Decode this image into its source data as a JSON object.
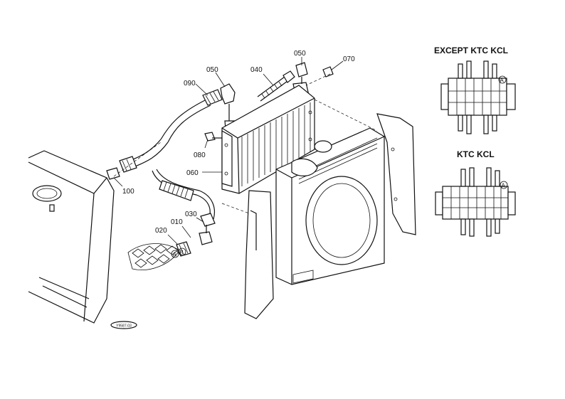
{
  "labels": {
    "p090": "090",
    "p050a": "050",
    "p040": "040",
    "p050b": "050",
    "p070": "070",
    "p080": "080",
    "p060": "060",
    "p100": "100",
    "p030": "030",
    "p010": "010",
    "p020": "020",
    "markA1": "A",
    "markB": "B"
  },
  "variants": {
    "except_title": "EXCEPT KTC KCL",
    "ktc_title": "KTC KCL",
    "markA_top": "A",
    "markA_bottom": "A"
  },
  "stamp": "Y9587-03"
}
